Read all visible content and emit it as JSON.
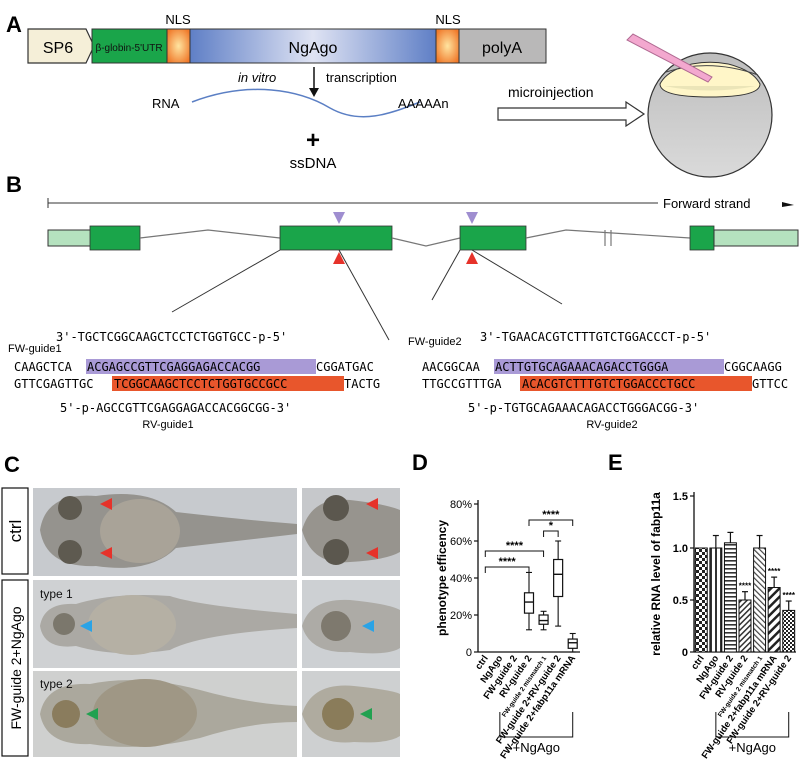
{
  "panel_labels": {
    "a": "A",
    "b": "B",
    "c": "C",
    "d": "D",
    "e": "E"
  },
  "panel_a": {
    "construct": [
      "SP6",
      "β-globin-5'UTR",
      "NgAgo",
      "polyA"
    ],
    "nls_left": "NLS",
    "nls_right": "NLS",
    "in_vitro": "in vitro",
    "transcription": "transcription",
    "rna": "RNA",
    "polya_tail": "AAAAAn",
    "plus": "+",
    "ssdna": "ssDNA",
    "microinjection": "microinjection"
  },
  "panel_b": {
    "forward_strand": "Forward strand",
    "left": {
      "guide_name": "FW-guide1",
      "guide_seq": "3'-TGCTCGGCAAGCTCCTCTGGTGCC-p-5'",
      "top_plain_1": "CAAGCTCA",
      "top_hl": "ACGAGCCGTTCGAGGAGACCACGG",
      "top_plain_2": "CGGATGAC",
      "bot_plain_1": "GTTCGAGTTGC",
      "bot_hl": "TCGGCAAGCTCCTCTGGTGCCGCC",
      "bot_plain_2": "TACTG",
      "rv_seq": "5'-p-AGCCGTTCGAGGAGACCACGGCGG-3'",
      "rv_name": "RV-guide1"
    },
    "right": {
      "guide_name": "FW-guide2",
      "guide_seq": "3'-TGAACACGTCTTTGTCTGGACCCT-p-5'",
      "top_plain_1": "AACGGCAA",
      "top_hl": "ACTTGTGCAGAAACAGACCTGGGA",
      "top_plain_2": "CGGCAAGG",
      "bot_plain_1": "TTGCCGTTTGA",
      "bot_hl": "ACACGTCTTTGTCTGGACCCTGCC",
      "bot_plain_2": "GTTCC",
      "rv_seq": "5'-p-TGTGCAGAAACAGACCTGGGACGG-3'",
      "rv_name": "RV-guide2"
    }
  },
  "panel_c": {
    "row1": "ctrl",
    "row23": "FW-guide 2+NgAgo",
    "type1": "type 1",
    "type2": "type 2"
  },
  "panel_d": {
    "ylabel": "phenotype efficency",
    "bracket": "+NgAgo",
    "sig": [
      "****",
      "****",
      "*",
      "****"
    ]
  },
  "panel_e": {
    "ylabel": "relative RNA level of fabp11a",
    "bracket": "+NgAgo",
    "sig": "****"
  },
  "chart_data": [
    {
      "type": "box",
      "panel": "D",
      "ylabel": "phenotype efficency",
      "ylim": [
        0,
        80
      ],
      "yticks": [
        "0",
        "20%",
        "40%",
        "60%",
        "80%"
      ],
      "categories": [
        "ctrl",
        "NgAgo",
        "FW-guide 2",
        "RV-guide 2",
        "FW-guide 2 mismatch 1",
        "FW-guide 2+RV-guide 2",
        "FW-guide 2+fabp11a mRNA"
      ],
      "boxes": [
        null,
        null,
        null,
        {
          "min": 12,
          "q1": 21,
          "median": 27,
          "q3": 32,
          "max": 43
        },
        {
          "min": 12,
          "q1": 15,
          "median": 17,
          "q3": 20,
          "max": 22
        },
        {
          "min": 14,
          "q1": 30,
          "median": 42,
          "q3": 50,
          "max": 60
        },
        {
          "min": 0,
          "q1": 2,
          "median": 5,
          "q3": 7,
          "max": 10
        }
      ],
      "significance": [
        {
          "from": 0,
          "to": 3,
          "label": "****"
        },
        {
          "from": 0,
          "to": 4,
          "label": "****"
        },
        {
          "from": 4,
          "to": 5,
          "label": "*"
        },
        {
          "from": 3,
          "to": 6,
          "label": "****"
        }
      ]
    },
    {
      "type": "bar",
      "panel": "E",
      "ylabel": "relative RNA level of fabp11a",
      "ylim": [
        0,
        1.5
      ],
      "yticks": [
        "0",
        "0.5",
        "1.0",
        "1.5"
      ],
      "categories": [
        "ctrl",
        "NgAgo",
        "FW-guide 2",
        "RV-guide 2",
        "FW-guide 2 mismatch 1",
        "FW-guide 2+fabp11a mRNA",
        "FW-guide 2+RV-guide 2"
      ],
      "values": [
        1.0,
        1.0,
        1.05,
        0.5,
        1.0,
        0.62,
        0.4
      ],
      "errors": [
        0.0,
        0.12,
        0.1,
        0.08,
        0.12,
        0.1,
        0.09
      ],
      "significant": [
        false,
        false,
        false,
        true,
        false,
        true,
        true
      ],
      "patterns": [
        "check",
        "vstripe-light",
        "hstripe",
        "diag-fine",
        "solid-light",
        "diag",
        "check-dense"
      ]
    }
  ]
}
